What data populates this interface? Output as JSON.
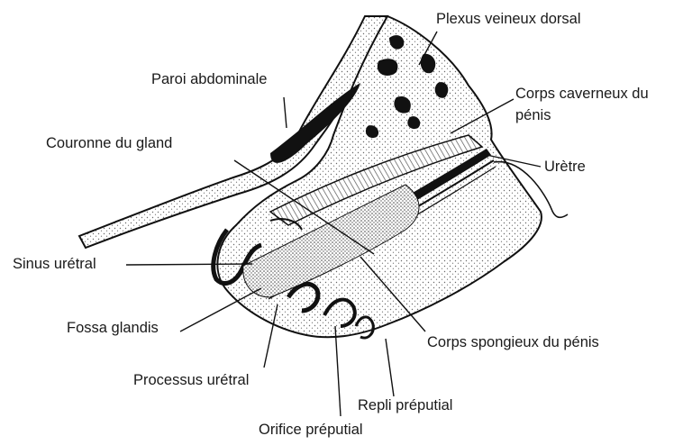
{
  "labels": {
    "plexus": "Plexus veineux dorsal",
    "paroi": "Paroi abdominale",
    "corps_caverneux_line1": "Corps caverneux du",
    "corps_caverneux_line2": "pénis",
    "couronne": "Couronne du  gland",
    "uretre": "Urètre",
    "sinus": "Sinus urétral",
    "fossa": "Fossa glandis",
    "corps_spongieux": "Corps spongieux du pénis",
    "processus": "Processus urétral",
    "repli": "Repli préputial",
    "orifice": "Orifice préputial"
  },
  "colors": {
    "ink": "#111111",
    "stipple": "#6a6a6a",
    "paper": "#ffffff"
  }
}
